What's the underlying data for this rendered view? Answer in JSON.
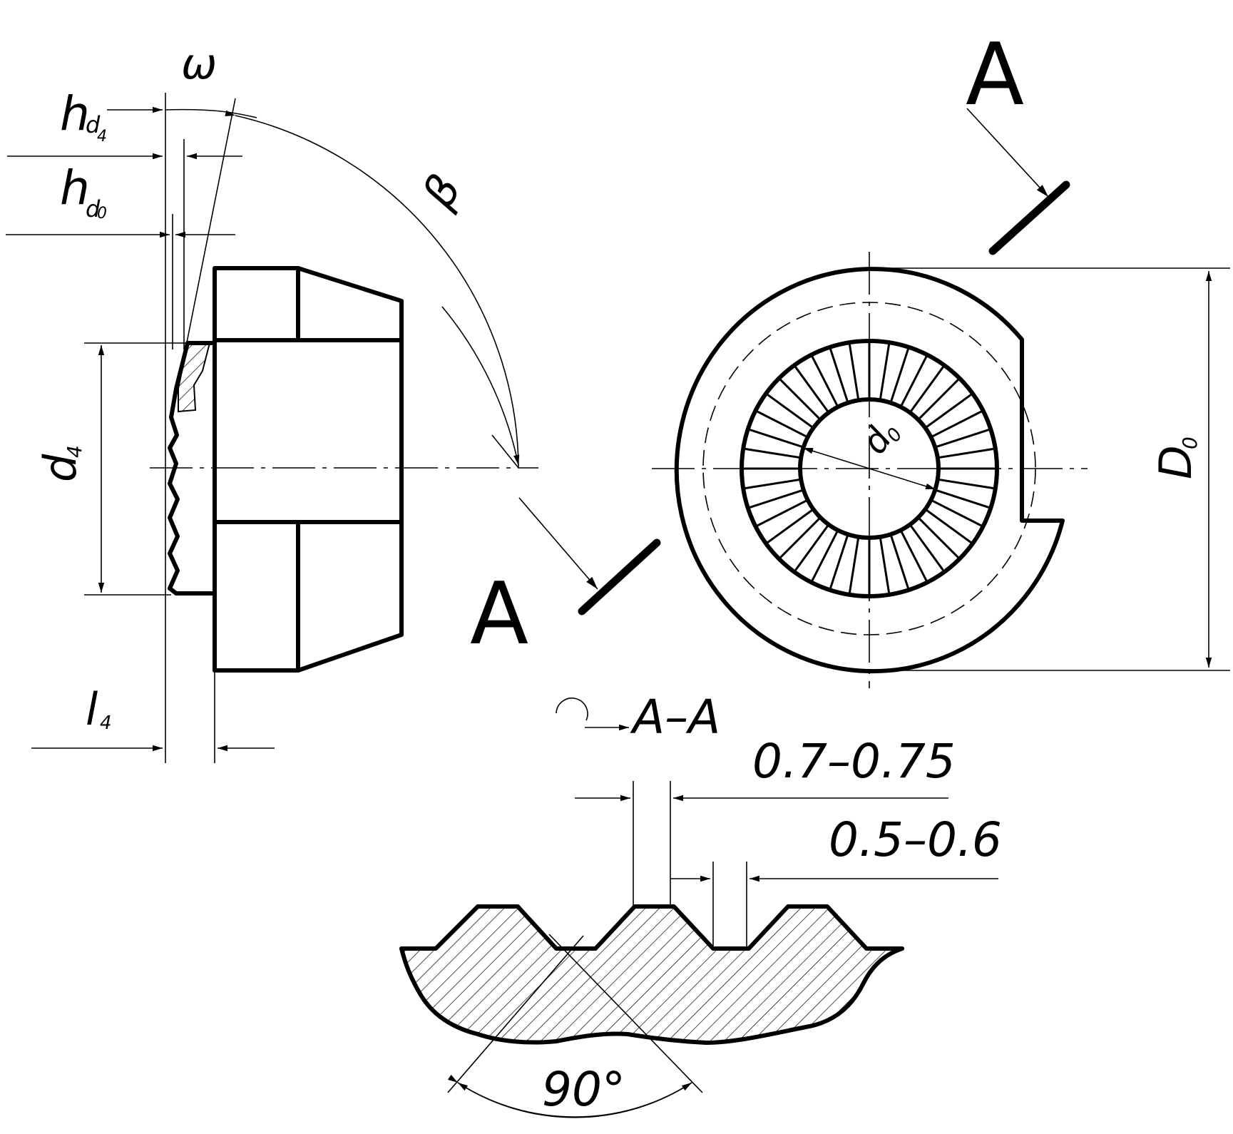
{
  "labels": {
    "omega": "ω",
    "h_main": "h",
    "h_d4_sub": "d",
    "h_d4_subsub": "4",
    "h_d0_sub": "d",
    "h_d0_subsub": "0",
    "beta": "β",
    "d4_main": "d",
    "d4_sub": "4",
    "l4_main": "l",
    "l4_sub": "4",
    "d0_main": "d",
    "d0_sub": "0",
    "D0_main": "D",
    "D0_sub": "0",
    "section_top": "A",
    "section_left": "A",
    "section_view": "A–A",
    "dim_top": "0.7–0.75",
    "dim_mid": "0.5–0.6",
    "angle": "90°"
  },
  "colors": {
    "ink": "#000000",
    "paper": "#ffffff"
  }
}
